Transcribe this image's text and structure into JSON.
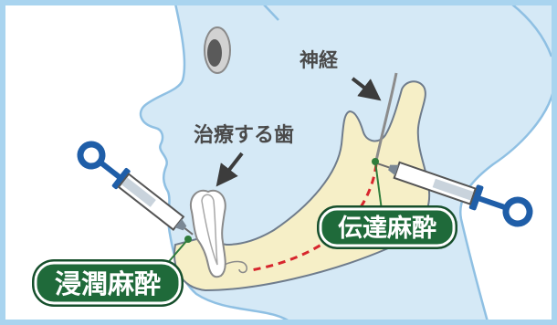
{
  "labels": {
    "nerve": "神経",
    "target_tooth": "治療する歯",
    "infiltration_anesthesia": "浸潤麻酔",
    "conduction_anesthesia": "伝達麻酔"
  },
  "colors": {
    "frame": "#a9d4ef",
    "face": "#d5e9f6",
    "face_outline": "#8fc0e3",
    "bone": "#f6efc7",
    "bone_outline": "#6f7c8c",
    "tooth": "#ffffff",
    "nerve_line": "#8c8c8c",
    "nerve_path": "#d7262d",
    "badge": "#1f6a3a",
    "connector": "#2f7d3c",
    "syringe_accent": "#1f5ea8"
  },
  "icons": {
    "left_instrument": "syringe-icon",
    "right_instrument": "syringe-icon",
    "eye": "eye-icon"
  }
}
